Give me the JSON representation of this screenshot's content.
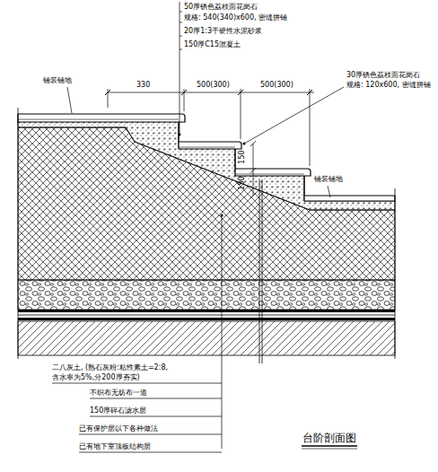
{
  "diagram": {
    "title": "台阶剖面图",
    "labels": [
      "50厚锈色荔枝面花岗石",
      "规格: 540(340)x600, 密缝拼铺",
      "20厚1:3干硬性水泥砂浆",
      "150厚C15混凝土",
      "铺装铺地",
      "330",
      "500(300)",
      "500(300)",
      "30厚锈色荔枝面花岗石",
      "规格: 120x600, 密缝拼铺",
      "150",
      "150",
      "铺装铺地",
      "二八灰土, (熟石灰粉:粘性素土=2:8,",
      "含水率为5%,分200厚夯实)",
      "不织布无纺布一道",
      "150厚碎石滤水层",
      "已有保护层以下各种做法",
      "已有地下室顶板结构层"
    ]
  }
}
